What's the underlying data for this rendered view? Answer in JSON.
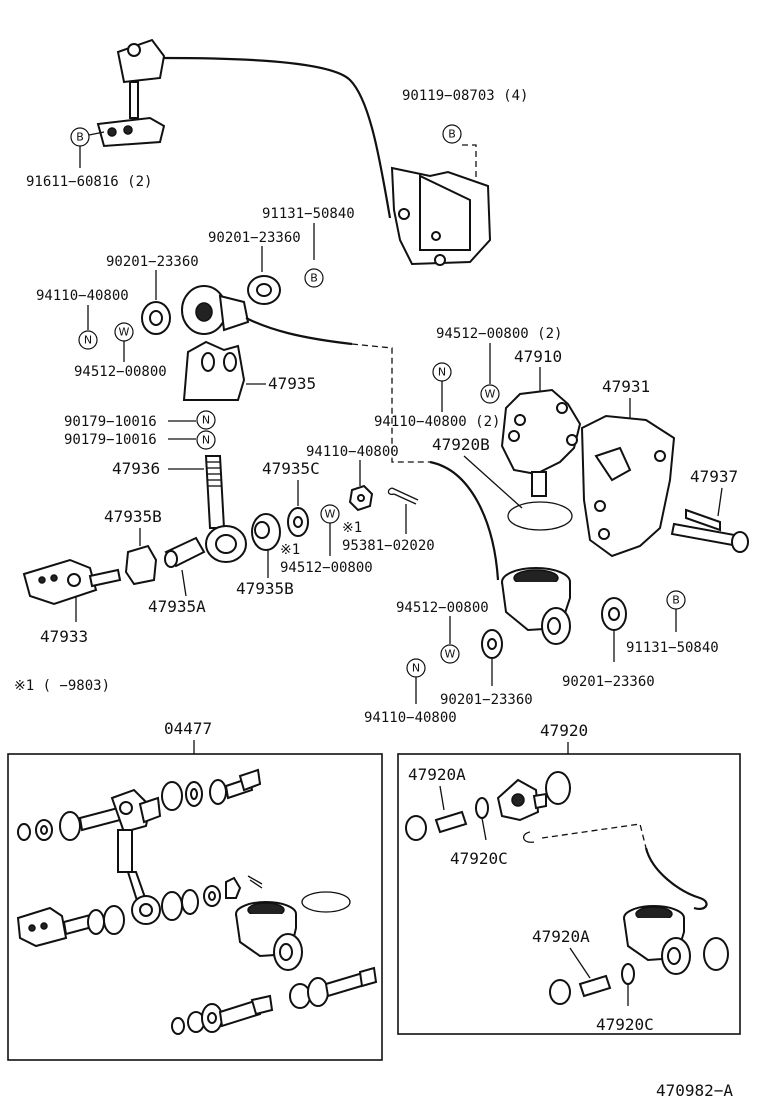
{
  "labels": {
    "p90119": "90119−08703 (4)",
    "p91611": "91611−60816 (2)",
    "p91131_top": "91131−50840",
    "p90201_a": "90201−23360",
    "p90201_b": "90201−23360",
    "p94110_a": "94110−40800",
    "p94512_a": "94512−00800",
    "p47935": "47935",
    "p90179_a": "90179−10016",
    "p90179_b": "90179−10016",
    "p47936": "47936",
    "p47935C": "47935C",
    "p94110_b": "94110−40800",
    "p47935B_a": "47935B",
    "p47935A": "47935A",
    "p47935B_b": "47935B",
    "p47933": "47933",
    "p94512_b": "94512−00800",
    "p95381": "95381−02020",
    "p94512_c": "94512−00800 (2)",
    "p47910": "47910",
    "p47931": "47931",
    "p94110_c": "94110−40800 (2)",
    "p47920B": "47920B",
    "p47937": "47937",
    "p94512_d": "94512−00800",
    "p91131_right": "91131−50840",
    "p90201_c": "90201−23360",
    "p90201_d": "90201−23360",
    "p94110_d": "94110−40800",
    "star1": "※1",
    "star1_b": "※1",
    "note": "※1 (     −9803)",
    "p04477": "04477",
    "p47920": "47920",
    "p47920A_a": "47920A",
    "p47920C_a": "47920C",
    "p47920A_b": "47920A",
    "p47920C_b": "47920C",
    "diagram_id": "470982−A"
  },
  "circled": {
    "B": "B",
    "N": "N",
    "W": "W"
  }
}
